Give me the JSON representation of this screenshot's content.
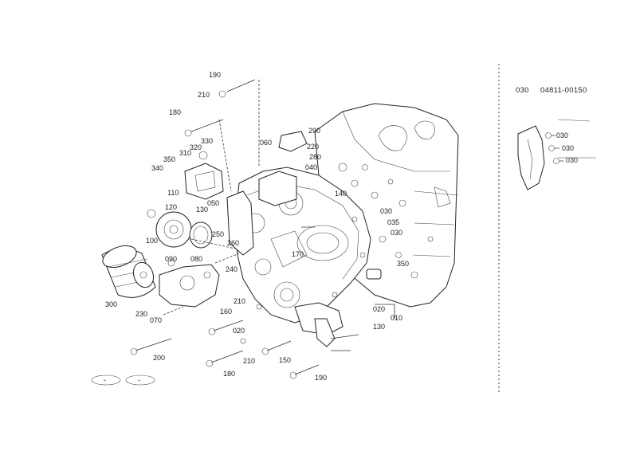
{
  "header": {
    "ref_code": "030",
    "part_number": "04811-00150"
  },
  "callouts": {
    "c190a": "190",
    "c210a": "210",
    "c180a": "180",
    "c330": "330",
    "c310": "310",
    "c320": "320",
    "c350a": "350",
    "c340": "340",
    "c110": "110",
    "c120": "120",
    "c130a": "130",
    "c050": "050",
    "c100": "100",
    "c250": "250",
    "c260": "260",
    "c060": "060",
    "c290": "290",
    "c220": "220",
    "c280": "280",
    "c040": "040",
    "c140": "140",
    "c030a": "030",
    "c035": "035",
    "c030b": "030",
    "c170": "170",
    "c350b": "350",
    "c240": "240",
    "c090": "090",
    "c080": "080",
    "c300": "300",
    "c230": "230",
    "c070": "070",
    "c210b": "210",
    "c160": "160",
    "c020a": "020",
    "c020b": "020",
    "c010": "010",
    "c130b": "130",
    "c200": "200",
    "c180b": "180",
    "c210c": "210",
    "c150": "150",
    "c190b": "190",
    "d030a": "030",
    "d030b": "030",
    "d030c": "030"
  },
  "stamps": {
    "left": "-",
    "right": "-"
  }
}
